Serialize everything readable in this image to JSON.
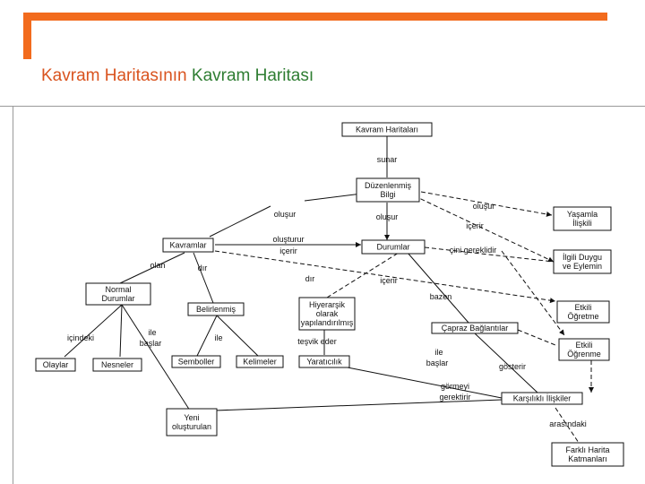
{
  "header": {
    "title_part1": "Kavram Haritasının",
    "title_part2": "Kavram Haritası",
    "accent_color": "#f26b1d",
    "title_color_1": "#d9531e",
    "title_color_2": "#2e7d32"
  },
  "diagram": {
    "nodes": [
      {
        "id": "kavram-haritalari",
        "lines": [
          "Kavram Haritaları"
        ]
      },
      {
        "id": "duzenlenmis-bilgi",
        "lines": [
          "Düzenlenmiş",
          "Bilgi"
        ]
      },
      {
        "id": "yasamla-iliskili",
        "lines": [
          "Yaşamla",
          "İlişkili"
        ]
      },
      {
        "id": "kavramlar",
        "lines": [
          "Kavramlar"
        ]
      },
      {
        "id": "durumlar",
        "lines": [
          "Durumlar"
        ]
      },
      {
        "id": "ilgili-duygu",
        "lines": [
          "İlgili Duygu",
          "ve Eylemin"
        ]
      },
      {
        "id": "normal-durumlar",
        "lines": [
          "Normal",
          "Durumlar"
        ]
      },
      {
        "id": "belirlenmis",
        "lines": [
          "Belirlenmiş"
        ]
      },
      {
        "id": "hiyerarsik",
        "lines": [
          "Hiyerarşik",
          "olarak",
          "yapılandırılmış"
        ]
      },
      {
        "id": "etkili-ogretme",
        "lines": [
          "Etkili",
          "Öğretme"
        ]
      },
      {
        "id": "capraz-baglantilar",
        "lines": [
          "Çapraz Bağlantılar"
        ]
      },
      {
        "id": "etkili-ogrenme",
        "lines": [
          "Etkili",
          "Öğrenme"
        ]
      },
      {
        "id": "olaylar",
        "lines": [
          "Olaylar"
        ]
      },
      {
        "id": "nesneler",
        "lines": [
          "Nesneler"
        ]
      },
      {
        "id": "semboller",
        "lines": [
          "Semboller"
        ]
      },
      {
        "id": "kelimeler",
        "lines": [
          "Kelimeler"
        ]
      },
      {
        "id": "yaraticilik",
        "lines": [
          "Yaratıcılık"
        ]
      },
      {
        "id": "karsilikli-iliskiler",
        "lines": [
          "Karşılıklı İlişkiler"
        ]
      },
      {
        "id": "yeni-olusturulan",
        "lines": [
          "Yeni",
          "oluşturulan"
        ]
      },
      {
        "id": "farkli-harita",
        "lines": [
          "Farklı Harita",
          "Katmanları"
        ]
      }
    ],
    "labels": [
      {
        "id": "sunar",
        "text": "sunar"
      },
      {
        "id": "olusur-1",
        "text": "oluşur"
      },
      {
        "id": "olusur-2",
        "text": "oluşur"
      },
      {
        "id": "olusur-3",
        "text": "oluşur"
      },
      {
        "id": "icerir-1",
        "text": "içerir"
      },
      {
        "id": "olusturur",
        "text": "oluşturur"
      },
      {
        "id": "icerir-2",
        "text": "içerir"
      },
      {
        "id": "cini-gereklidir",
        "text": "çini gereklidir"
      },
      {
        "id": "olan",
        "text": "olan"
      },
      {
        "id": "dir-1",
        "text": "dır"
      },
      {
        "id": "dir-2",
        "text": "dır"
      },
      {
        "id": "icerir-3",
        "text": "içerir"
      },
      {
        "id": "bazen",
        "text": "bazen"
      },
      {
        "id": "icindeki",
        "text": "içindeki"
      },
      {
        "id": "ile-baslar-1a",
        "text": "ile"
      },
      {
        "id": "ile-baslar-1b",
        "text": "başlar"
      },
      {
        "id": "ile",
        "text": "ile"
      },
      {
        "id": "tesvik-eder",
        "text": "teşvik eder"
      },
      {
        "id": "ile-baslar-2a",
        "text": "ile"
      },
      {
        "id": "ile-baslar-2b",
        "text": "başlar"
      },
      {
        "id": "gosterir",
        "text": "gösterir"
      },
      {
        "id": "gormeyi-1",
        "text": "görmeyi"
      },
      {
        "id": "gormeyi-2",
        "text": "gerektirir"
      },
      {
        "id": "arasindaki",
        "text": "arasındaki"
      }
    ]
  }
}
